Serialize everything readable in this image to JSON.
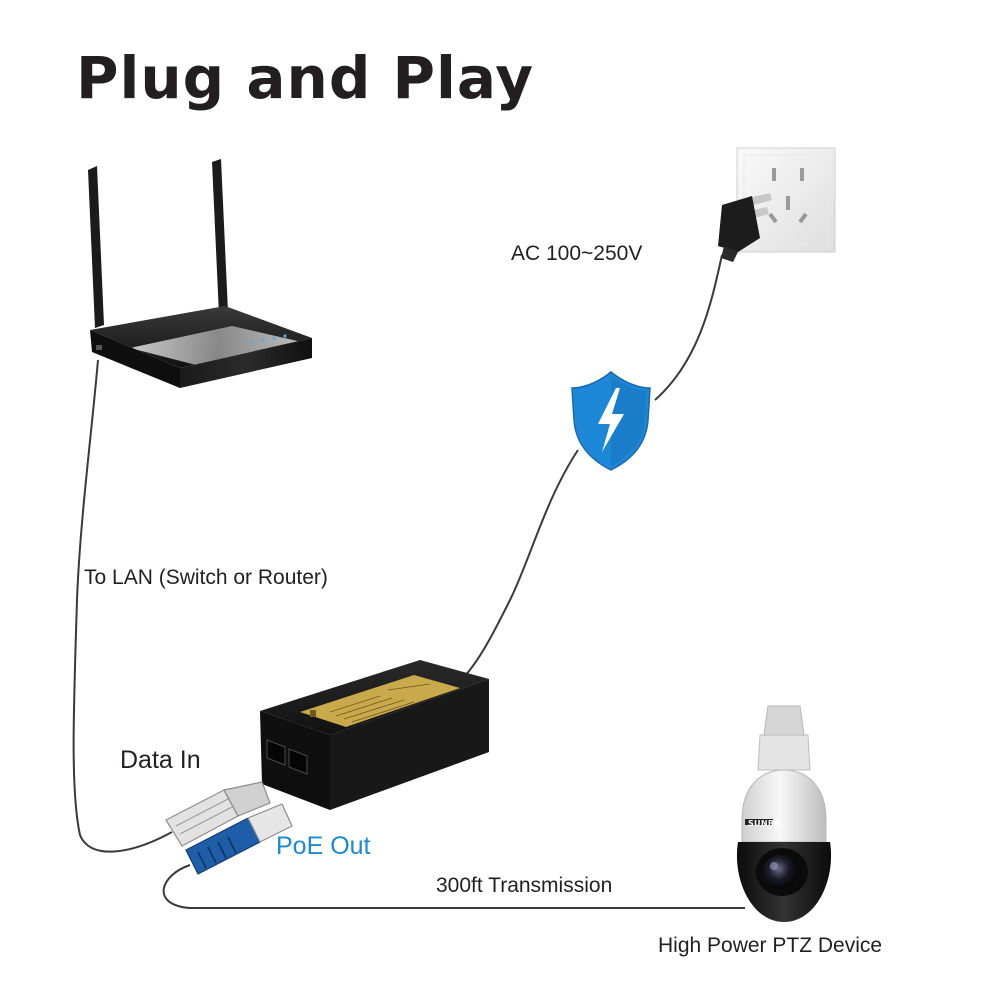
{
  "title": "Plug and Play",
  "labels": {
    "ac_voltage": "AC 100~250V",
    "to_lan": "To LAN (Switch or Router)",
    "data_in": "Data In",
    "poe_out": "PoE Out",
    "transmission": "300ft Transmission",
    "ptz_device": "High Power PTZ Device"
  },
  "brand": {
    "camera": "SUNBA"
  },
  "colors": {
    "text": "#231f20",
    "accent_blue": "#1a8ad4",
    "shield_blue": "#1e88d8",
    "cable": "#3a3a3a",
    "injector_body": "#161616",
    "injector_label": "#c9a94a",
    "router_body": "#1d1d1d",
    "camera_white": "#e8e8e8"
  },
  "icons": {
    "shield": "lightning-shield-icon",
    "router": "wifi-router-icon",
    "outlet": "wall-outlet-icon",
    "plug": "power-plug-icon",
    "injector": "poe-injector-icon",
    "rj45_in": "rj45-connector-icon",
    "rj45_out": "rj45-connector-icon",
    "camera": "ptz-camera-icon"
  }
}
